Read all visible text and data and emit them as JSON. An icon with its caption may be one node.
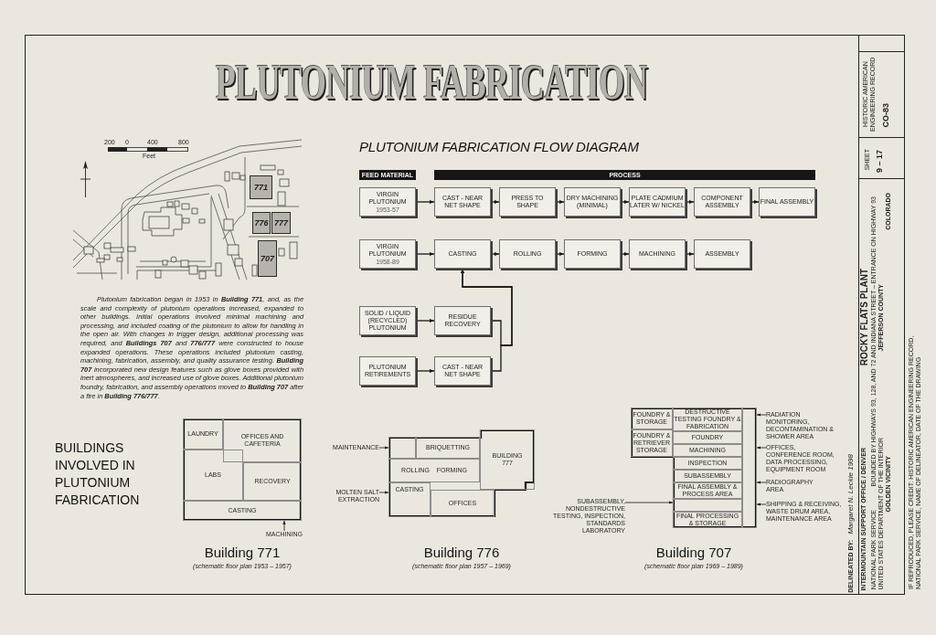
{
  "diagram": {
    "title": "PLUTONIUM FABRICATION",
    "nodes": [
      {
        "text": [
          "771"
        ]
      },
      {
        "text": [
          "776"
        ]
      },
      {
        "text": [
          "777"
        ]
      },
      {
        "text": [
          "707"
        ]
      },
      {
        "text": [
          "FEED MATERIAL"
        ]
      },
      {
        "text": [
          "PROCESS"
        ]
      },
      {
        "text": [
          "VIRGIN PLUTONIUM",
          "1953-57"
        ]
      },
      {
        "text": [
          "CAST - NEAR NET SHAPE"
        ]
      },
      {
        "text": [
          "PRESS TO SHAPE"
        ]
      },
      {
        "text": [
          "DRY MACHINING (MINIMAL)"
        ]
      },
      {
        "text": [
          "PLATE CADMIUM LATER W/ NICKEL"
        ]
      },
      {
        "text": [
          "COMPONENT ASSEMBLY"
        ]
      },
      {
        "text": [
          "FINAL ASSEMBLY"
        ]
      },
      {
        "text": [
          "VIRGIN PLUTONIUM",
          "1958-89"
        ]
      },
      {
        "text": [
          "CASTING"
        ]
      },
      {
        "text": [
          "ROLLING"
        ]
      },
      {
        "text": [
          "FORMING"
        ]
      },
      {
        "text": [
          "MACHINING"
        ]
      },
      {
        "text": [
          "ASSEMBLY"
        ]
      },
      {
        "text": [
          "SOLID / LIQUID (RECYCLED) PLUTONIUM"
        ]
      },
      {
        "text": [
          "RESIDUE RECOVERY"
        ]
      },
      {
        "text": [
          "PLUTONIUM RETIREMENTS"
        ]
      },
      {
        "text": [
          "CAST - NEAR NET SHAPE"
        ]
      },
      {
        "text": [],
        "shape": "box",
        "beside": [
          "Building 771",
          "(schematic floor plan 1953 – 1957)"
        ]
      },
      {
        "text": [
          "LAUNDRY"
        ],
        "in": 23
      },
      {
        "text": [
          "OFFICES AND CAFETERIA"
        ],
        "in": 23
      },
      {
        "text": [
          "LABS"
        ],
        "in": 23
      },
      {
        "text": [
          "RECOVERY"
        ],
        "in": 23
      },
      {
        "text": [
          "CASTING"
        ],
        "in": 23
      },
      {
        "text": [
          "MACHINING"
        ]
      },
      {
        "text": [
          "MAINTENANCE"
        ]
      },
      {
        "text": [
          "MOLTEN SALT EXTRACTION"
        ]
      },
      {
        "text": [],
        "shape": "box",
        "beside": [
          "Building 776",
          "(schematic floor plan 1957 – 1969)"
        ]
      },
      {
        "text": [],
        "shape": "box",
        "in": 32
      },
      {
        "text": [
          "BRIQUETTING"
        ],
        "in": 32
      },
      {
        "text": [
          "ROLLING",
          "FORMING"
        ],
        "in": 32
      },
      {
        "text": [
          "CASTING"
        ],
        "in": 32
      },
      {
        "text": [
          "OFFICES"
        ],
        "in": 32
      },
      {
        "text": [
          "BUILDING 777"
        ],
        "in": 32
      },
      {
        "text": [],
        "shape": "box",
        "beside": [
          "Building 707",
          "(schematic floor plan 1969 – 1989)"
        ]
      },
      {
        "text": [
          "FOUNDRY & STORAGE"
        ],
        "in": 39
      },
      {
        "text": [
          "DESTRUCTIVE TESTING FOUNDRY & FABRICATION"
        ],
        "in": 39
      },
      {
        "text": [
          "FOUNDRY & RETRIEVER STORAGE"
        ],
        "in": 39
      },
      {
        "text": [
          "FOUNDRY"
        ],
        "in": 39
      },
      {
        "text": [
          "MACHINING"
        ],
        "in": 39
      },
      {
        "text": [
          "INSPECTION"
        ],
        "in": 39
      },
      {
        "text": [
          "SUBASSEMBLY"
        ],
        "in": 39
      },
      {
        "text": [
          "FINAL ASSEMBLY & PROCESS AREA"
        ],
        "in": 39
      },
      {
        "text": [],
        "shape": "box",
        "in": 39
      },
      {
        "text": [
          "FINAL PROCESSING & STORAGE"
        ],
        "in": 39
      },
      {
        "text": [],
        "shape": "box",
        "in": 39
      },
      {
        "text": [
          "SUBASSEMBLY, NONDESTRUCTIVE TESTING, INSPECTION, STANDARDS LABORATORY"
        ]
      },
      {
        "text": [
          "RADIATION MONITORING, DECONTAMINATION & SHOWER AREA"
        ]
      },
      {
        "text": [
          "OFFICES, CONFERENCE ROOM, DATA PROCESSING, EQUIPMENT ROOM"
        ]
      },
      {
        "text": [
          "RADIOGRAPHY AREA"
        ]
      },
      {
        "text": [
          "SHIPPING & RECEIVING, WASTE DRUM AREA, MAINTENANCE AREA"
        ]
      }
    ],
    "edges": [
      {
        "from": 6,
        "to": 7,
        "arrow": "to"
      },
      {
        "from": 7,
        "to": 8,
        "arrow": "to"
      },
      {
        "from": 8,
        "to": 9,
        "arrow": "to"
      },
      {
        "from": 9,
        "to": 10,
        "arrow": "to"
      },
      {
        "from": 10,
        "to": 11,
        "arrow": "to"
      },
      {
        "from": 11,
        "to": 12,
        "arrow": "to"
      },
      {
        "from": 13,
        "to": 14,
        "arrow": "to"
      },
      {
        "from": 14,
        "to": 15,
        "arrow": "to"
      },
      {
        "from": 15,
        "to": 16,
        "arrow": "to"
      },
      {
        "from": 16,
        "to": 17,
        "arrow": "to"
      },
      {
        "from": 17,
        "to": 18,
        "arrow": "to"
      },
      {
        "from": 19,
        "to": 20,
        "arrow": "to"
      },
      {
        "from": 21,
        "to": 22,
        "arrow": "to"
      },
      {
        "from": 20,
        "to": 14,
        "arrow": "to"
      },
      {
        "from": 22,
        "to": 14,
        "arrow": "to"
      },
      {
        "from": 29,
        "to": 28,
        "arrow": "to"
      },
      {
        "from": 30,
        "to": 33,
        "arrow": "to"
      },
      {
        "from": 31,
        "to": 36,
        "arrow": "to"
      },
      {
        "from": 51,
        "to": 48,
        "arrow": "to"
      },
      {
        "from": 52,
        "to": 50,
        "arrow": "to"
      },
      {
        "from": 53,
        "to": 50,
        "arrow": "to"
      },
      {
        "from": 54,
        "to": 50,
        "arrow": "to"
      },
      {
        "from": 55,
        "to": 50,
        "arrow": "to"
      }
    ],
    "labels": [
      "200",
      "0",
      "400",
      "800",
      "Feet",
      "PLUTONIUM FABRICATION FLOW DIAGRAM",
      "Plutonium fabrication began in 1953 in **Building 771**, and, as the scale and complexity of plutonium operations increased, expanded to other buildings. Initial operations involved minimal machining and processing, and included coating of the plutonium to allow for handling in the open air. With changes in trigger design, additional processing was required, and **Buildings 707** and **776/777** were constructed to house expanded operations. These operations included plutonium casting, machining, fabrication, assembly, and quality assurance testing. **Building 707** incorporated new design features such as glove boxes provided with inert atmospheres, and increased use of glove boxes. Additional plutonium foundry, fabrication, and assembly operations moved to **Building 707** after a fire in **Building 776/777**.",
      "BUILDINGS INVOLVED IN PLUTONIUM FABRICATION",
      "DELINEATED BY:",
      "Margaret N. Leckie 1998",
      "INTERMOUNTAIN SUPPORT OFFICE / DENVER",
      "NATIONAL PARK SERVICE",
      "UNITED STATES DEPARTMENT OF THE INTERIOR",
      "GOLDEN VICINITY",
      "ROCKY FLATS PLANT",
      "BOUNDED BY HIGHWAYS 93, 128, AND 72 AND INDIANA STREET – ENTRANCE ON HIGHWAY 93",
      "JEFFERSON COUNTY",
      "COLORADO",
      "IF REPRODUCED, PLEASE CREDIT: HISTORIC AMERICAN ENGINEERING RECORD, NATIONAL PARK SERVICE, NAME OF DELINEATOR, DATE OF THE DRAWING",
      "SHEET",
      "9 – 17",
      "HISTORIC AMERICAN ENGINEERING RECORD",
      "CO-83"
    ]
  }
}
